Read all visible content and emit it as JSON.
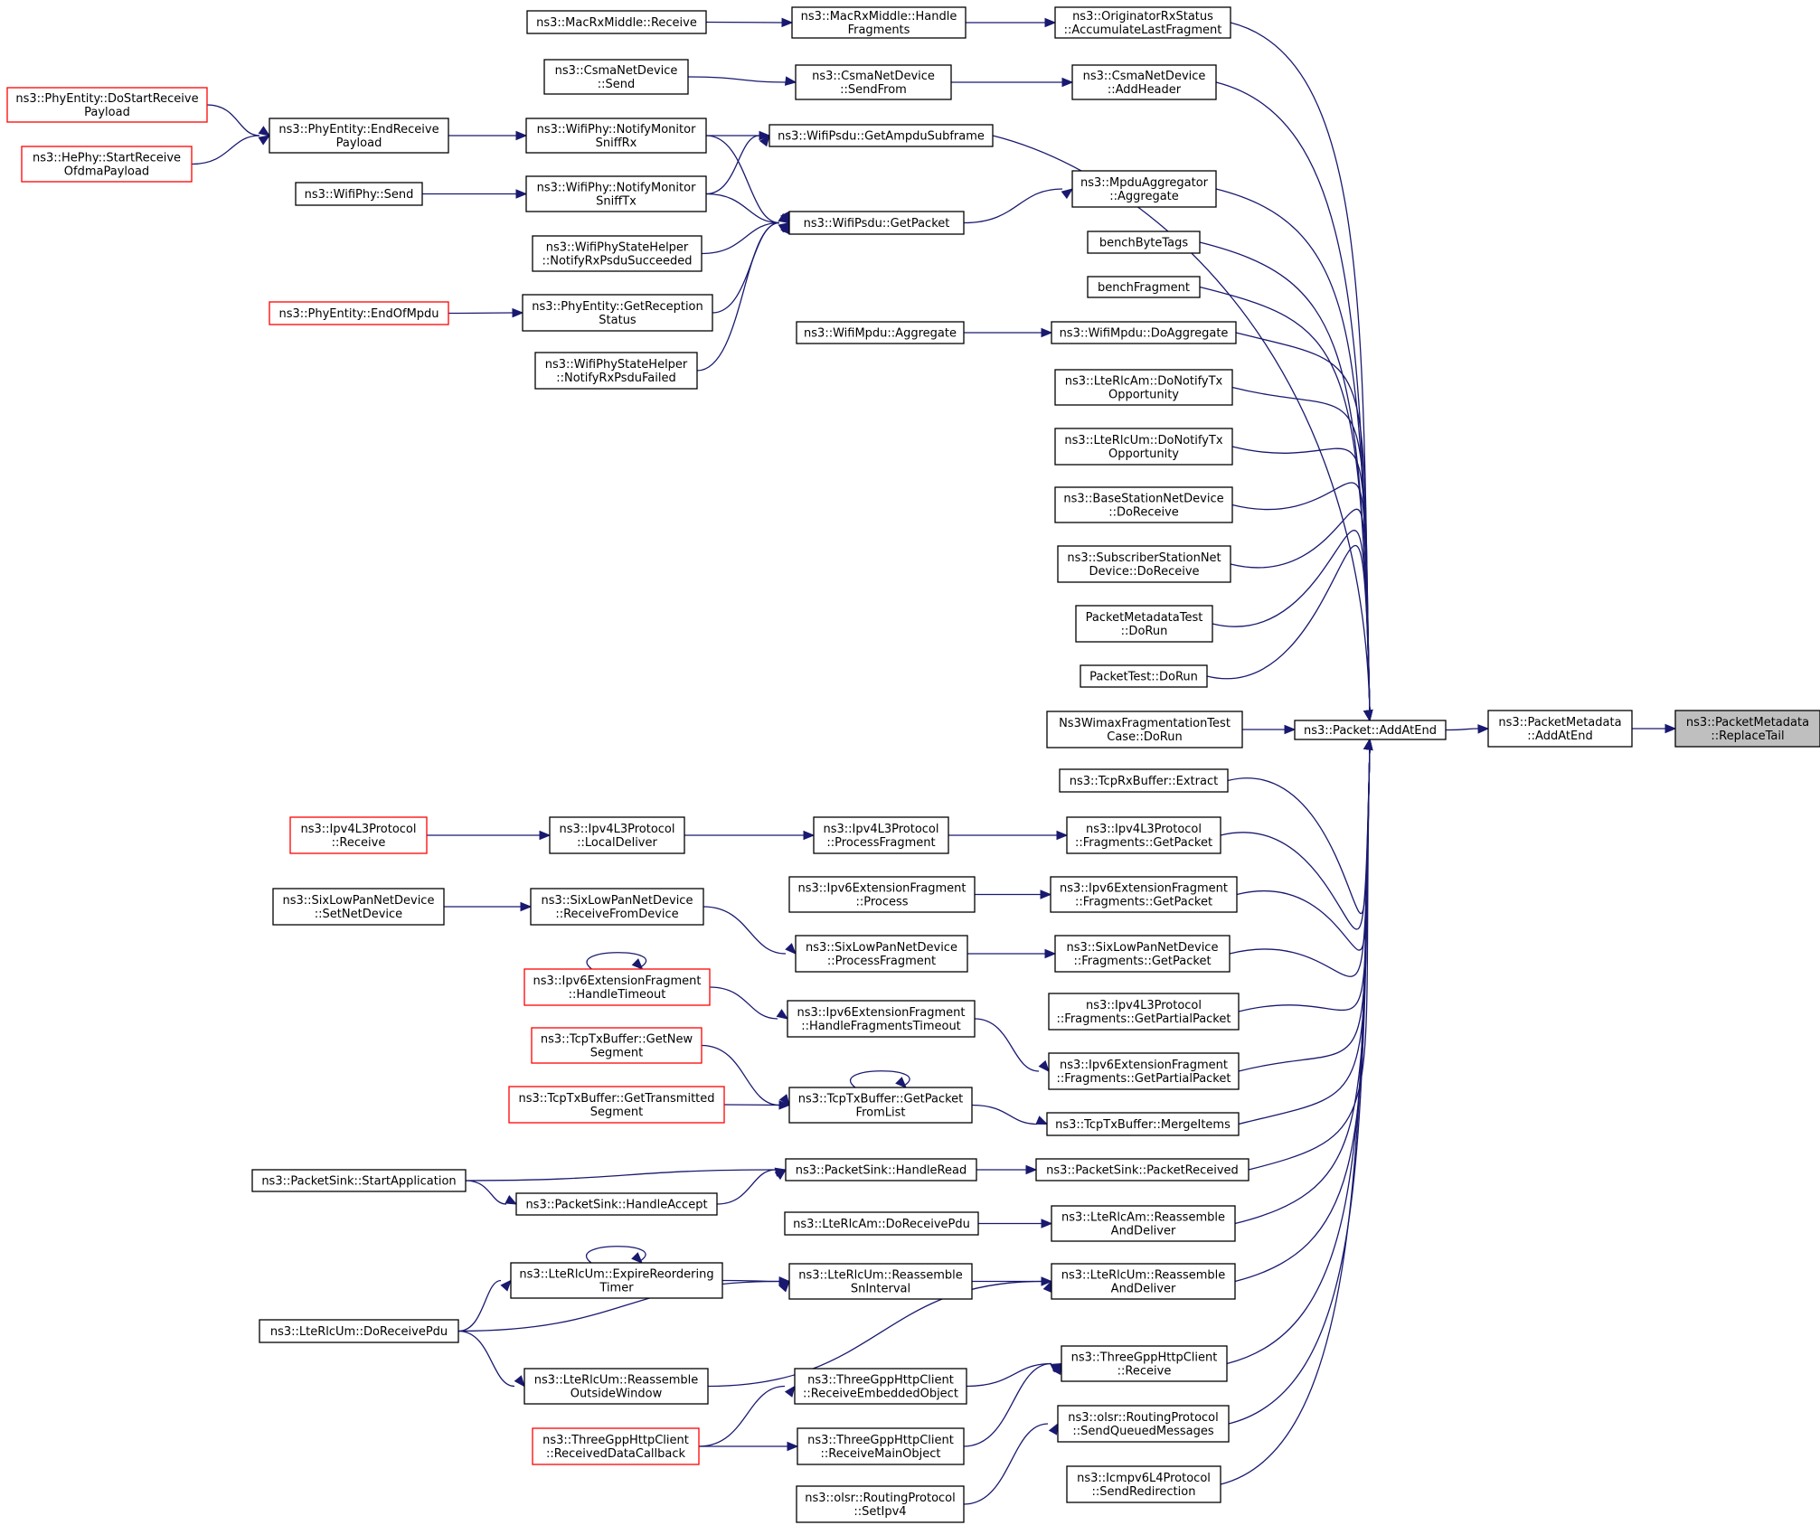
{
  "diagram": {
    "type": "call-graph",
    "colors": {
      "edge": "#191970",
      "node_border": "#000000",
      "truncated_border": "#ff0000",
      "root_fill": "#bfbfbf"
    },
    "nodes": [
      {
        "id": "replacetail",
        "lines": [
          "ns3::PacketMetadata",
          "::ReplaceTail"
        ],
        "style": "root"
      },
      {
        "id": "pm_addatend",
        "lines": [
          "ns3::PacketMetadata",
          "::AddAtEnd"
        ]
      },
      {
        "id": "pkt_addatend",
        "lines": [
          "ns3::Packet::AddAtEnd"
        ]
      },
      {
        "id": "orig_acc",
        "lines": [
          "ns3::OriginatorRxStatus",
          "::AccumulateLastFragment"
        ]
      },
      {
        "id": "csma_addheader",
        "lines": [
          "ns3::CsmaNetDevice",
          "::AddHeader"
        ]
      },
      {
        "id": "wifipsdu_ampdu",
        "lines": [
          "ns3::WifiPsdu::GetAmpduSubframe"
        ]
      },
      {
        "id": "mpduagg_agg",
        "lines": [
          "ns3::MpduAggregator",
          "::Aggregate"
        ]
      },
      {
        "id": "benchbytetags",
        "lines": [
          "benchByteTags"
        ]
      },
      {
        "id": "benchfragment",
        "lines": [
          "benchFragment"
        ]
      },
      {
        "id": "wifimpdu_doagg",
        "lines": [
          "ns3::WifiMpdu::DoAggregate"
        ]
      },
      {
        "id": "ltercam_donotify",
        "lines": [
          "ns3::LteRlcAm::DoNotifyTx",
          "Opportunity"
        ]
      },
      {
        "id": "ltercum_donotify",
        "lines": [
          "ns3::LteRlcUm::DoNotifyTx",
          "Opportunity"
        ]
      },
      {
        "id": "bs_doreceive",
        "lines": [
          "ns3::BaseStationNetDevice",
          "::DoReceive"
        ]
      },
      {
        "id": "ss_doreceive",
        "lines": [
          "ns3::SubscriberStationNet",
          "Device::DoReceive"
        ]
      },
      {
        "id": "pmtest_dorun",
        "lines": [
          "PacketMetadataTest",
          "::DoRun"
        ]
      },
      {
        "id": "packettest_dorun",
        "lines": [
          "PacketTest::DoRun"
        ]
      },
      {
        "id": "wimaxfrag_dorun",
        "lines": [
          "Ns3WimaxFragmentationTest",
          "Case::DoRun"
        ]
      },
      {
        "id": "tcprx_extract",
        "lines": [
          "ns3::TcpRxBuffer::Extract"
        ]
      },
      {
        "id": "ipv4frag_getpacket",
        "lines": [
          "ns3::Ipv4L3Protocol",
          "::Fragments::GetPacket"
        ]
      },
      {
        "id": "ipv6frag_getpacket",
        "lines": [
          "ns3::Ipv6ExtensionFragment",
          "::Fragments::GetPacket"
        ]
      },
      {
        "id": "sixlow_getpacket",
        "lines": [
          "ns3::SixLowPanNetDevice",
          "::Fragments::GetPacket"
        ]
      },
      {
        "id": "ipv4frag_partial",
        "lines": [
          "ns3::Ipv4L3Protocol",
          "::Fragments::GetPartialPacket"
        ]
      },
      {
        "id": "ipv6frag_partial",
        "lines": [
          "ns3::Ipv6ExtensionFragment",
          "::Fragments::GetPartialPacket"
        ]
      },
      {
        "id": "tcptx_mergeitems",
        "lines": [
          "ns3::TcpTxBuffer::MergeItems"
        ]
      },
      {
        "id": "sink_packetreceived",
        "lines": [
          "ns3::PacketSink::PacketReceived"
        ]
      },
      {
        "id": "ltercam_reassemble",
        "lines": [
          "ns3::LteRlcAm::Reassemble",
          "AndDeliver"
        ]
      },
      {
        "id": "ltercum_reassemble",
        "lines": [
          "ns3::LteRlcUm::Reassemble",
          "AndDeliver"
        ]
      },
      {
        "id": "http_receive",
        "lines": [
          "ns3::ThreeGppHttpClient",
          "::Receive"
        ]
      },
      {
        "id": "olsr_sendqueued",
        "lines": [
          "ns3::olsr::RoutingProtocol",
          "::SendQueuedMessages"
        ]
      },
      {
        "id": "icmpv6_sendredirect",
        "lines": [
          "ns3::Icmpv6L4Protocol",
          "::SendRedirection"
        ]
      },
      {
        "id": "macrx_handlefrag",
        "lines": [
          "ns3::MacRxMiddle::Handle",
          "Fragments"
        ]
      },
      {
        "id": "csma_sendfrom",
        "lines": [
          "ns3::CsmaNetDevice",
          "::SendFrom"
        ]
      },
      {
        "id": "wifipsdu_getpacket",
        "lines": [
          "ns3::WifiPsdu::GetPacket"
        ]
      },
      {
        "id": "wifimpdu_agg",
        "lines": [
          "ns3::WifiMpdu::Aggregate"
        ]
      },
      {
        "id": "ipv4_processfrag",
        "lines": [
          "ns3::Ipv4L3Protocol",
          "::ProcessFragment"
        ]
      },
      {
        "id": "ipv6frag_process",
        "lines": [
          "ns3::Ipv6ExtensionFragment",
          "::Process"
        ]
      },
      {
        "id": "sixlow_processfrag",
        "lines": [
          "ns3::SixLowPanNetDevice",
          "::ProcessFragment"
        ]
      },
      {
        "id": "ipv6frag_handlefragtimeout",
        "lines": [
          "ns3::Ipv6ExtensionFragment",
          "::HandleFragmentsTimeout"
        ]
      },
      {
        "id": "tcptx_getpacketfromlist",
        "lines": [
          "ns3::TcpTxBuffer::GetPacket",
          "FromList"
        ]
      },
      {
        "id": "sink_handleread",
        "lines": [
          "ns3::PacketSink::HandleRead"
        ]
      },
      {
        "id": "ltercam_doreceivepdu",
        "lines": [
          "ns3::LteRlcAm::DoReceivePdu"
        ]
      },
      {
        "id": "ltercum_reassemble_sn",
        "lines": [
          "ns3::LteRlcUm::Reassemble",
          "SnInterval"
        ]
      },
      {
        "id": "http_recv_embedded",
        "lines": [
          "ns3::ThreeGppHttpClient",
          "::ReceiveEmbeddedObject"
        ]
      },
      {
        "id": "http_recv_main",
        "lines": [
          "ns3::ThreeGppHttpClient",
          "::ReceiveMainObject"
        ]
      },
      {
        "id": "olsr_setipv4",
        "lines": [
          "ns3::olsr::RoutingProtocol",
          "::SetIpv4"
        ]
      },
      {
        "id": "macrx_receive",
        "lines": [
          "ns3::MacRxMiddle::Receive"
        ]
      },
      {
        "id": "csma_send",
        "lines": [
          "ns3::CsmaNetDevice",
          "::Send"
        ]
      },
      {
        "id": "wifiphy_monrx",
        "lines": [
          "ns3::WifiPhy::NotifyMonitor",
          "SniffRx"
        ]
      },
      {
        "id": "wifiphy_montx",
        "lines": [
          "ns3::WifiPhy::NotifyMonitor",
          "SniffTx"
        ]
      },
      {
        "id": "wps_rxsucceeded",
        "lines": [
          "ns3::WifiPhyStateHelper",
          "::NotifyRxPsduSucceeded"
        ]
      },
      {
        "id": "phyentity_getreception",
        "lines": [
          "ns3::PhyEntity::GetReception",
          "Status"
        ]
      },
      {
        "id": "wps_rxfailed",
        "lines": [
          "ns3::WifiPhyStateHelper",
          "::NotifyRxPsduFailed"
        ]
      },
      {
        "id": "ipv4_localdeliver",
        "lines": [
          "ns3::Ipv4L3Protocol",
          "::LocalDeliver"
        ]
      },
      {
        "id": "sixlow_receivefromdevice",
        "lines": [
          "ns3::SixLowPanNetDevice",
          "::ReceiveFromDevice"
        ]
      },
      {
        "id": "ipv6frag_handletimeout",
        "lines": [
          "ns3::Ipv6ExtensionFragment",
          "::HandleTimeout"
        ],
        "style": "red"
      },
      {
        "id": "tcptx_getnewseg",
        "lines": [
          "ns3::TcpTxBuffer::GetNew",
          "Segment"
        ],
        "style": "red"
      },
      {
        "id": "tcptx_gettransmitted",
        "lines": [
          "ns3::TcpTxBuffer::GetTransmitted",
          "Segment"
        ],
        "style": "red"
      },
      {
        "id": "sink_handleaccept",
        "lines": [
          "ns3::PacketSink::HandleAccept"
        ]
      },
      {
        "id": "ltercum_expirereorder",
        "lines": [
          "ns3::LteRlcUm::ExpireReordering",
          "Timer"
        ]
      },
      {
        "id": "ltercum_reassemble_outside",
        "lines": [
          "ns3::LteRlcUm::Reassemble",
          "OutsideWindow"
        ]
      },
      {
        "id": "http_recvdatacb",
        "lines": [
          "ns3::ThreeGppHttpClient",
          "::ReceivedDataCallback"
        ],
        "style": "red"
      },
      {
        "id": "phyentity_endreceive",
        "lines": [
          "ns3::PhyEntity::EndReceive",
          "Payload"
        ]
      },
      {
        "id": "wifiphy_send",
        "lines": [
          "ns3::WifiPhy::Send"
        ]
      },
      {
        "id": "phyentity_endofmpdu",
        "lines": [
          "ns3::PhyEntity::EndOfMpdu"
        ],
        "style": "red"
      },
      {
        "id": "ipv4_receive",
        "lines": [
          "ns3::Ipv4L3Protocol",
          "::Receive"
        ],
        "style": "red"
      },
      {
        "id": "sixlow_setnetdevice",
        "lines": [
          "ns3::SixLowPanNetDevice",
          "::SetNetDevice"
        ]
      },
      {
        "id": "sink_startapp",
        "lines": [
          "ns3::PacketSink::StartApplication"
        ]
      },
      {
        "id": "ltercum_doreceivepdu",
        "lines": [
          "ns3::LteRlcUm::DoReceivePdu"
        ]
      },
      {
        "id": "phyentity_dostartreceive",
        "lines": [
          "ns3::PhyEntity::DoStartReceive",
          "Payload"
        ],
        "style": "red"
      },
      {
        "id": "hephy_startreceive",
        "lines": [
          "ns3::HePhy::StartReceive",
          "OfdmaPayload"
        ],
        "style": "red"
      }
    ],
    "edges": [
      [
        "pm_addatend",
        "replacetail"
      ],
      [
        "pkt_addatend",
        "pm_addatend"
      ],
      [
        "orig_acc",
        "pkt_addatend"
      ],
      [
        "csma_addheader",
        "pkt_addatend"
      ],
      [
        "wifipsdu_ampdu",
        "pkt_addatend"
      ],
      [
        "mpduagg_agg",
        "pkt_addatend"
      ],
      [
        "benchbytetags",
        "pkt_addatend"
      ],
      [
        "benchfragment",
        "pkt_addatend"
      ],
      [
        "wifimpdu_doagg",
        "pkt_addatend"
      ],
      [
        "ltercam_donotify",
        "pkt_addatend"
      ],
      [
        "ltercum_donotify",
        "pkt_addatend"
      ],
      [
        "bs_doreceive",
        "pkt_addatend"
      ],
      [
        "ss_doreceive",
        "pkt_addatend"
      ],
      [
        "pmtest_dorun",
        "pkt_addatend"
      ],
      [
        "packettest_dorun",
        "pkt_addatend"
      ],
      [
        "wimaxfrag_dorun",
        "pkt_addatend"
      ],
      [
        "tcprx_extract",
        "pkt_addatend"
      ],
      [
        "ipv4frag_getpacket",
        "pkt_addatend"
      ],
      [
        "ipv6frag_getpacket",
        "pkt_addatend"
      ],
      [
        "sixlow_getpacket",
        "pkt_addatend"
      ],
      [
        "ipv4frag_partial",
        "pkt_addatend"
      ],
      [
        "ipv6frag_partial",
        "pkt_addatend"
      ],
      [
        "tcptx_mergeitems",
        "pkt_addatend"
      ],
      [
        "sink_packetreceived",
        "pkt_addatend"
      ],
      [
        "ltercam_reassemble",
        "pkt_addatend"
      ],
      [
        "ltercum_reassemble",
        "pkt_addatend"
      ],
      [
        "http_receive",
        "pkt_addatend"
      ],
      [
        "olsr_sendqueued",
        "pkt_addatend"
      ],
      [
        "icmpv6_sendredirect",
        "pkt_addatend"
      ],
      [
        "macrx_handlefrag",
        "orig_acc"
      ],
      [
        "csma_sendfrom",
        "csma_addheader"
      ],
      [
        "wifipsdu_getpacket",
        "mpduagg_agg"
      ],
      [
        "wifimpdu_agg",
        "wifimpdu_doagg"
      ],
      [
        "ipv4_processfrag",
        "ipv4frag_getpacket"
      ],
      [
        "ipv6frag_process",
        "ipv6frag_getpacket"
      ],
      [
        "sixlow_processfrag",
        "sixlow_getpacket"
      ],
      [
        "ipv6frag_handlefragtimeout",
        "ipv6frag_partial"
      ],
      [
        "tcptx_getpacketfromlist",
        "tcptx_mergeitems"
      ],
      [
        "sink_handleread",
        "sink_packetreceived"
      ],
      [
        "ltercam_doreceivepdu",
        "ltercam_reassemble"
      ],
      [
        "ltercum_reassemble_sn",
        "ltercum_reassemble"
      ],
      [
        "ltercum_reassemble_outside",
        "ltercum_reassemble"
      ],
      [
        "http_recv_embedded",
        "http_receive"
      ],
      [
        "http_recv_main",
        "http_receive"
      ],
      [
        "olsr_setipv4",
        "olsr_sendqueued"
      ],
      [
        "macrx_receive",
        "macrx_handlefrag"
      ],
      [
        "csma_send",
        "csma_sendfrom"
      ],
      [
        "wifiphy_monrx",
        "wifipsdu_ampdu"
      ],
      [
        "wifiphy_montx",
        "wifipsdu_ampdu"
      ],
      [
        "wifiphy_monrx",
        "wifipsdu_getpacket"
      ],
      [
        "wifiphy_montx",
        "wifipsdu_getpacket"
      ],
      [
        "wps_rxsucceeded",
        "wifipsdu_getpacket"
      ],
      [
        "phyentity_getreception",
        "wifipsdu_getpacket"
      ],
      [
        "wps_rxfailed",
        "wifipsdu_getpacket"
      ],
      [
        "ipv4_localdeliver",
        "ipv4_processfrag"
      ],
      [
        "sixlow_receivefromdevice",
        "sixlow_processfrag"
      ],
      [
        "ipv6frag_handletimeout",
        "ipv6frag_handlefragtimeout"
      ],
      [
        "ipv6frag_handletimeout",
        "ipv6frag_handletimeout"
      ],
      [
        "tcptx_getnewseg",
        "tcptx_getpacketfromlist"
      ],
      [
        "tcptx_gettransmitted",
        "tcptx_getpacketfromlist"
      ],
      [
        "tcptx_getpacketfromlist",
        "tcptx_getpacketfromlist"
      ],
      [
        "sink_handleaccept",
        "sink_handleread"
      ],
      [
        "sink_startapp",
        "sink_handleread"
      ],
      [
        "ltercum_expirereorder",
        "ltercum_reassemble_sn"
      ],
      [
        "ltercum_doreceivepdu",
        "ltercum_reassemble_sn"
      ],
      [
        "ltercum_doreceivepdu",
        "ltercum_reassemble_outside"
      ],
      [
        "ltercum_expirereorder",
        "ltercum_expirereorder"
      ],
      [
        "http_recvdatacb",
        "http_recv_embedded"
      ],
      [
        "http_recvdatacb",
        "http_recv_main"
      ],
      [
        "phyentity_endreceive",
        "wifiphy_monrx"
      ],
      [
        "wifiphy_send",
        "wifiphy_montx"
      ],
      [
        "phyentity_endofmpdu",
        "phyentity_getreception"
      ],
      [
        "ipv4_receive",
        "ipv4_localdeliver"
      ],
      [
        "sixlow_setnetdevice",
        "sixlow_receivefromdevice"
      ],
      [
        "sink_startapp",
        "sink_handleaccept"
      ],
      [
        "ltercum_doreceivepdu",
        "ltercum_expirereorder"
      ],
      [
        "phyentity_dostartreceive",
        "phyentity_endreceive"
      ],
      [
        "hephy_startreceive",
        "phyentity_endreceive"
      ]
    ]
  }
}
